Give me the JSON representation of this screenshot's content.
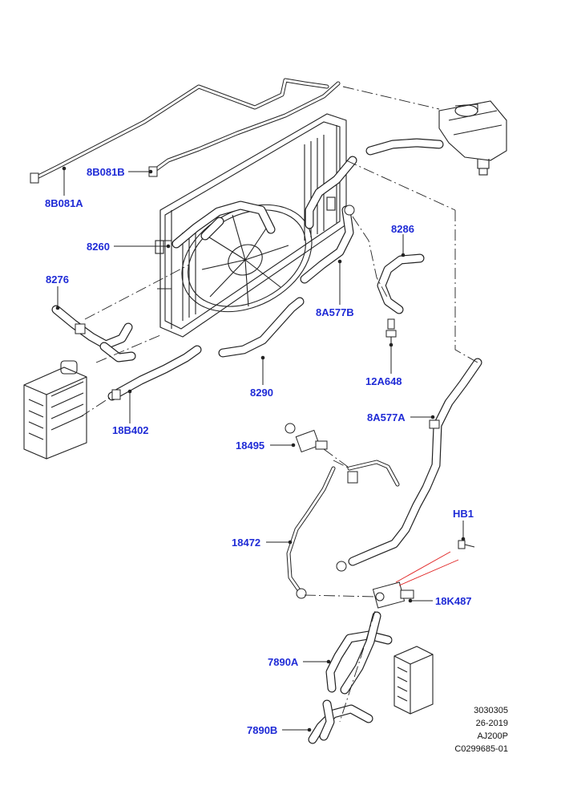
{
  "callouts": [
    {
      "id": "8B081A",
      "label": "8B081A"
    },
    {
      "id": "8B081B",
      "label": "8B081B"
    },
    {
      "id": "8260",
      "label": "8260"
    },
    {
      "id": "8276",
      "label": "8276"
    },
    {
      "id": "8286",
      "label": "8286"
    },
    {
      "id": "8A577B",
      "label": "8A577B"
    },
    {
      "id": "12A648",
      "label": "12A648"
    },
    {
      "id": "8290",
      "label": "8290"
    },
    {
      "id": "18B402",
      "label": "18B402"
    },
    {
      "id": "8A577A",
      "label": "8A577A"
    },
    {
      "id": "18495",
      "label": "18495"
    },
    {
      "id": "HB1",
      "label": "HB1"
    },
    {
      "id": "18472",
      "label": "18472"
    },
    {
      "id": "18K487",
      "label": "18K487"
    },
    {
      "id": "7890A",
      "label": "7890A"
    },
    {
      "id": "7890B",
      "label": "7890B"
    }
  ],
  "reference": {
    "line1": "3030305",
    "line2": "26-2019",
    "line3": "AJ200P",
    "line4": "C0299685-01"
  },
  "colors": {
    "callout_text": "#1f2bd6",
    "line_art": "#222222",
    "highlight_line": "#e02020"
  }
}
